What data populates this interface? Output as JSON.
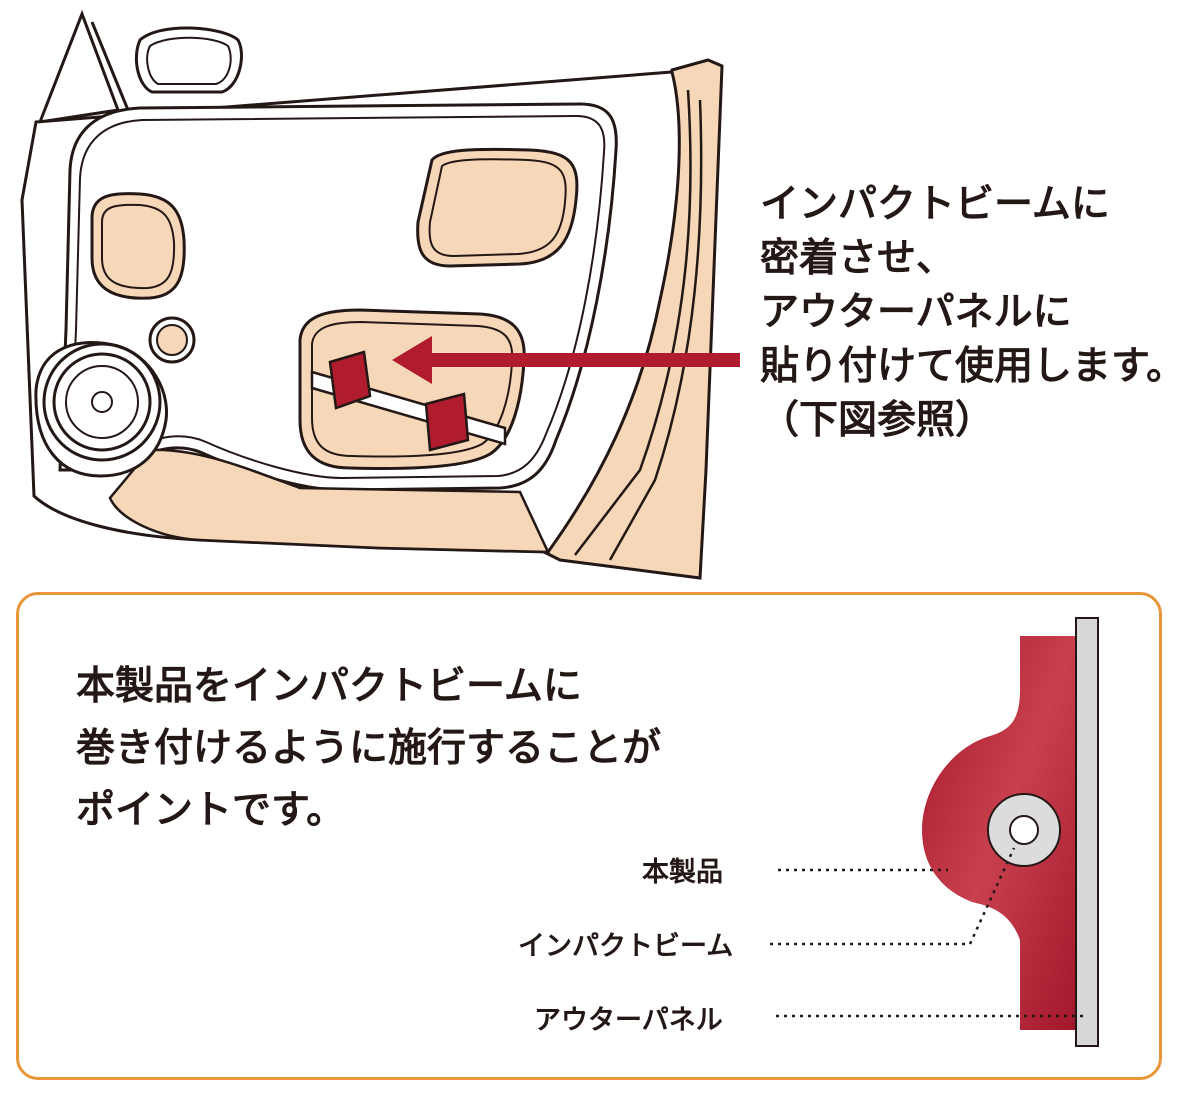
{
  "description_lines": [
    "インパクトビームに",
    "密着させ、",
    "アウターパネルに",
    "貼り付けて使用します。",
    "（下図参照）"
  ],
  "point_lines": [
    "本製品をインパクトビームに",
    "巻き付けるように施行することが",
    "ポイントです。"
  ],
  "labels": {
    "product": "本製品",
    "impact_beam": "インパクトビーム",
    "outer_panel": "アウターパネル"
  },
  "colors": {
    "accent_red": "#b01c2e",
    "skin": "#f6d7b8",
    "outline": "#231815",
    "frame_orange": "#e89638",
    "panel_gray": "#d8d8d8"
  }
}
